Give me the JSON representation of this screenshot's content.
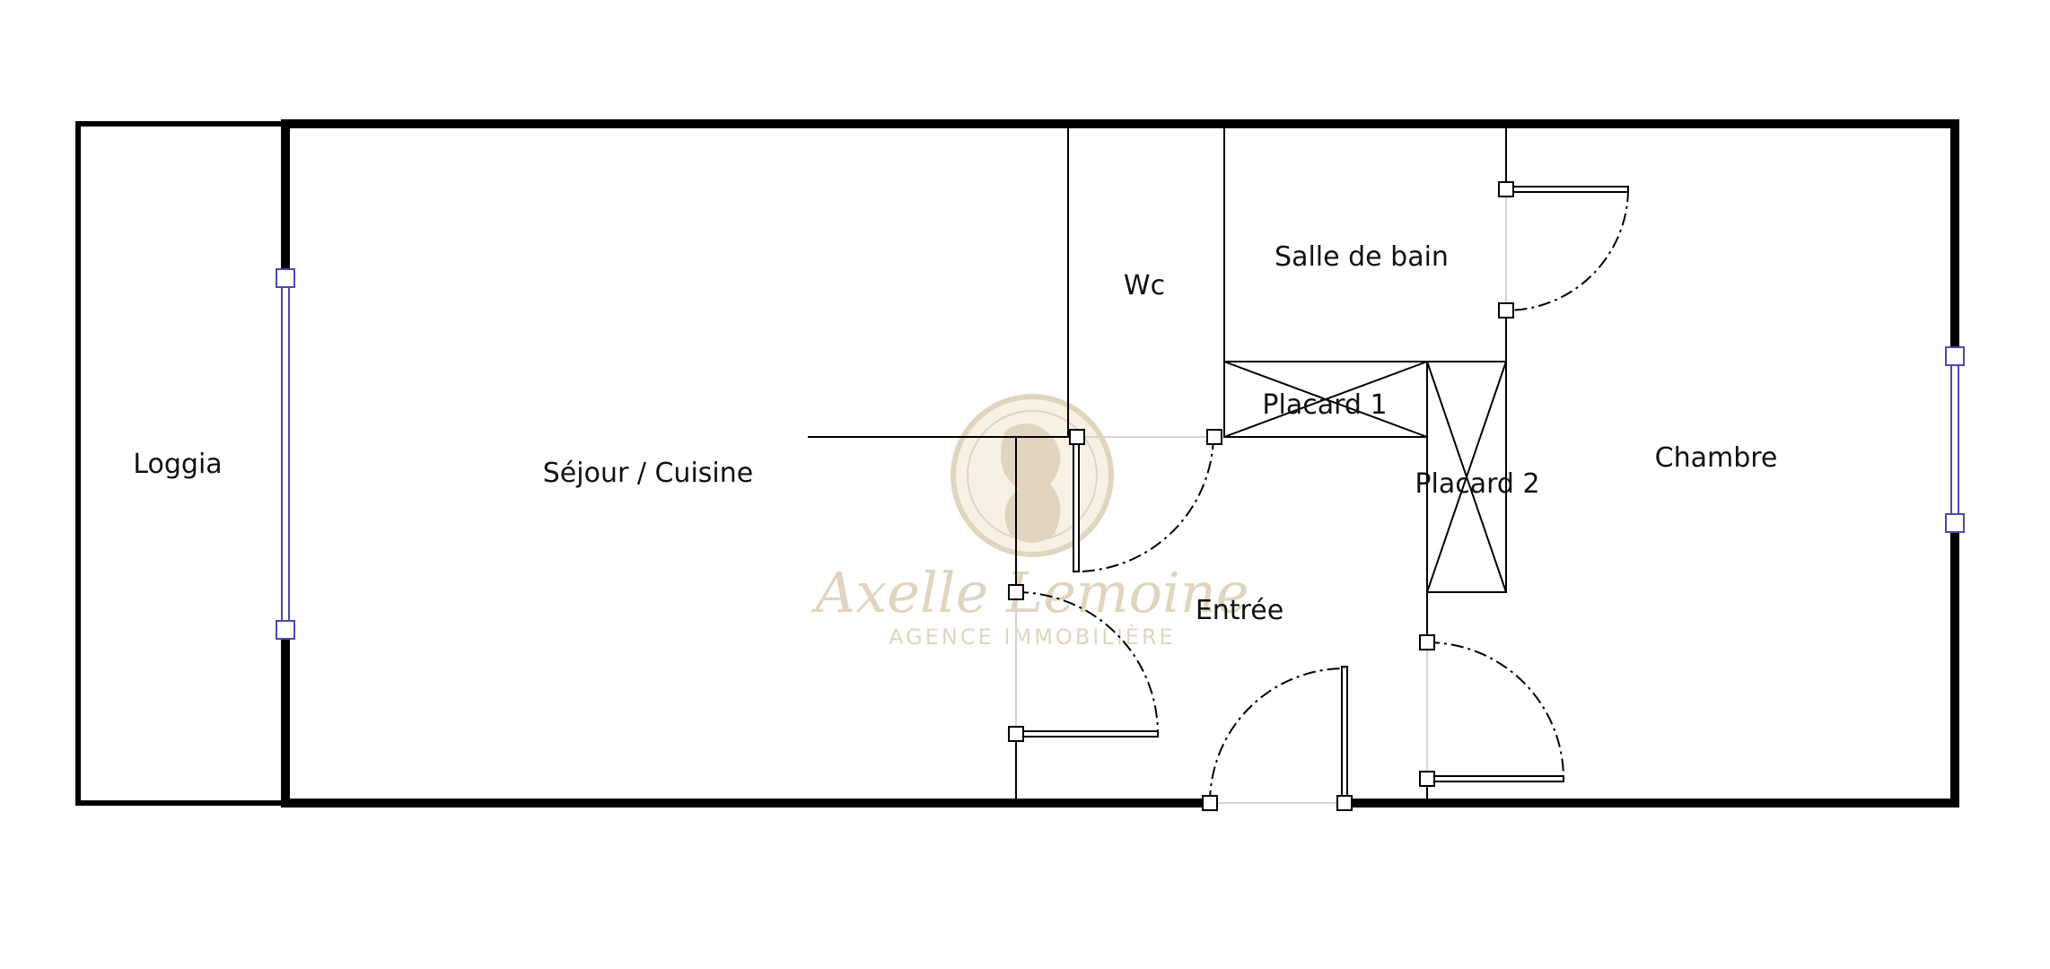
{
  "rooms": {
    "loggia": "Loggia",
    "sejour": "Séjour / Cuisine",
    "wc": "Wc",
    "salle_de_bain": "Salle de bain",
    "placard1": "Placard 1",
    "placard2": "Placard 2",
    "entree": "Entrée",
    "chambre": "Chambre"
  },
  "watermark": {
    "name": "Axelle Lemoine",
    "subtitle": "AGENCE IMMOBILIÈRE"
  },
  "colors": {
    "wall": "#000000",
    "window": "#4a4ab0",
    "watermark": "#c9b48e",
    "background": "#ffffff"
  }
}
